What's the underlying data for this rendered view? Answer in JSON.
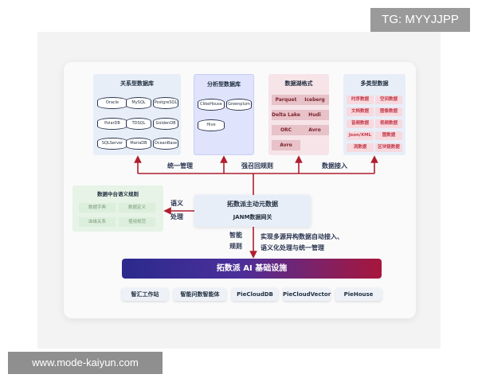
{
  "watermark_top": "TG: MYYJJPP",
  "watermark_bottom": "www.mode-kaiyun.com",
  "relational": {
    "title": "关系型数据库",
    "items": [
      "Oracle",
      "MySQL",
      "PostgreSQL",
      "PolarDB",
      "TDSQL",
      "GoldenDB",
      "SQLServer",
      "MariaDB",
      "OceanBase"
    ]
  },
  "analytical": {
    "title": "分析型数据库",
    "items": [
      "ClikeHouse",
      "Greenplum",
      "Hive"
    ]
  },
  "lake": {
    "title": "数据湖格式",
    "items": [
      "Parquet",
      "Iceberg",
      "Delta Lake",
      "Hudi",
      "ORC",
      "Avro",
      "Avro"
    ]
  },
  "multi": {
    "title": "多类型数据",
    "items": [
      "时序数据",
      "空间数据",
      "文档数据",
      "图像数据",
      "音频数据",
      "视频数据",
      "Json/XML",
      "图数据",
      "流数据",
      "区块链数据"
    ]
  },
  "arrow_labels": {
    "unified": "统一管理",
    "recall": "强召回规则",
    "ingest": "数据接入",
    "semantic_1": "语义",
    "semantic_2": "处理",
    "smart_1": "智能",
    "smart_2": "规则",
    "desc_1": "实现多源异构数据自动接入、",
    "desc_2": "语义化处理与统一管理"
  },
  "semantic_rules": {
    "title": "数据中台语义规则",
    "items": [
      "数据字典",
      "数据定义",
      "血缘关系",
      "使用规范"
    ]
  },
  "center": {
    "line1": "拓数派主动元数据",
    "line2": "JANM数据网关"
  },
  "infra_title": "拓数派 AI 基础设施",
  "bottom_items": [
    "智汇工作站",
    "智能问数智能体",
    "PieCloudDB",
    "PieCloudVector",
    "PieHouse"
  ],
  "colors": {
    "arrow": "#b01e2e",
    "relational_bg": "#e8eef8",
    "analytical_bg": "#dfe3fb",
    "lake_bg": "#f6e4e8",
    "multi_bg": "#e8eef8",
    "green_bg": "#e6f3e6"
  }
}
